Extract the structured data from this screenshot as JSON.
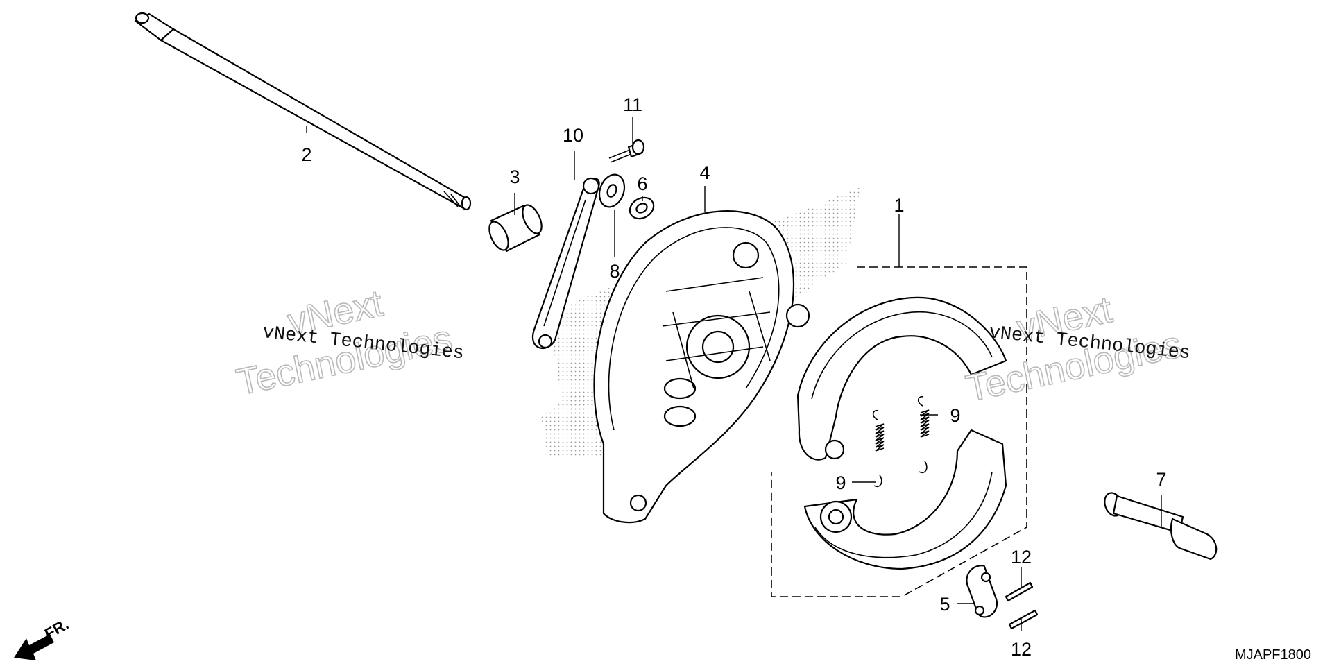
{
  "diagram": {
    "callouts": {
      "c1": "1",
      "c2": "2",
      "c3": "3",
      "c4": "4",
      "c5": "5",
      "c6": "6",
      "c7": "7",
      "c8": "8",
      "c9a": "9",
      "c9b": "9",
      "c10": "10",
      "c11": "11",
      "c12a": "12",
      "c12b": "12"
    },
    "watermarks": {
      "left_top": "vNext",
      "left_bottom": "Technologies",
      "left_line": "vNext Technologies",
      "right_top": "vNext",
      "right_bottom": "Technologies",
      "right_line": "vNext Technologies"
    },
    "front_label": "FR.",
    "diagram_code": "MJAPF1800"
  }
}
